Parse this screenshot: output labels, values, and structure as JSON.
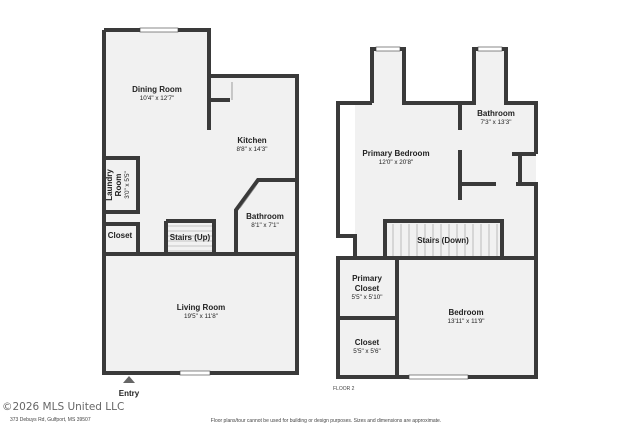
{
  "floor1": {
    "dining": {
      "name": "Dining Room",
      "dim": "10'4\" x 12'7\""
    },
    "kitchen": {
      "name": "Kitchen",
      "dim": "8'8\" x 14'3\""
    },
    "laundry": {
      "name_line1": "Laundry",
      "name_line2": "Room",
      "dim": "3'0\" x 5'5\""
    },
    "closet": {
      "name": "Closet"
    },
    "stairs": {
      "name": "Stairs (Up)"
    },
    "bathroom": {
      "name": "Bathroom",
      "dim": "8'1\" x 7'1\""
    },
    "living": {
      "name": "Living Room",
      "dim": "19'5\" x 11'8\""
    },
    "entry": "Entry"
  },
  "floor2": {
    "label": "FLOOR 2",
    "primary_bedroom": {
      "name": "Primary Bedroom",
      "dim": "12'0\" x 20'8\""
    },
    "bathroom": {
      "name": "Bathroom",
      "dim": "7'3\" x 13'3\""
    },
    "stairs": {
      "name": "Stairs (Down)"
    },
    "primary_closet": {
      "name_line1": "Primary",
      "name_line2": "Closet",
      "dim": "5'5\" x 5'10\""
    },
    "bedroom": {
      "name": "Bedroom",
      "dim": "13'11\" x 11'9\""
    },
    "closet": {
      "name": "Closet",
      "dim": "5'5\" x 5'6\""
    }
  },
  "footer": {
    "address": "373 Debuys Rd, Gulfport, MS 39507",
    "watermark": "©2026 MLS United LLC",
    "disclaimer": "Floor plans/tour cannot be used for building or design purposes. Sizes and dimensions are approximate."
  },
  "colors": {
    "wall": "#3a3a3a",
    "floor": "#f1f1f1",
    "background": "#ffffff"
  }
}
